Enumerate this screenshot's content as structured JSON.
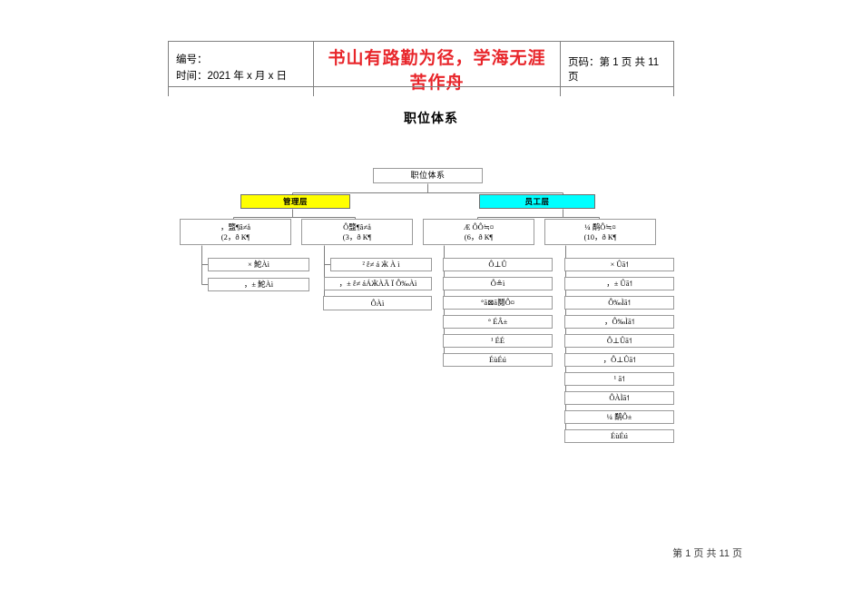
{
  "header": {
    "left_line1": "编号：",
    "left_line2": "时间：2021 年 x 月 x 日",
    "slogan": "书山有路勤为径，学海无涯苦作舟",
    "right": "页码：第 1 页  共 11 页"
  },
  "doc_title": "职位体系",
  "footer": "第 1 页  共 11 页",
  "colors": {
    "slogan": "#e8262b",
    "management_fill": "#ffff00",
    "staff_fill": "#00ffff",
    "node_border": "#9a9a9a",
    "connector": "#7f7f7f"
  },
  "chart_data": {
    "type": "diagram",
    "title": "职位体系",
    "orientation": "top-down org chart",
    "root": {
      "label": "职位体系"
    },
    "level2": [
      {
        "label": "管理层",
        "fill": "#ffff00"
      },
      {
        "label": "员工层",
        "fill": "#00ffff"
      }
    ],
    "level3": [
      {
        "line1": "，盬¶â≠å",
        "line2": "(2，ð К¶",
        "parent": "管理层"
      },
      {
        "line1": "Ô盬¶â≠å",
        "line2": "(3，ð К¶",
        "parent": "管理层"
      },
      {
        "line1": "Æ ÔÔ≒¤",
        "line2": "(6，ð К¶",
        "parent": "员工层"
      },
      {
        "line1": "¼ 鹬Ô≒¤",
        "line2": "(10，ð К¶",
        "parent": "员工层"
      }
    ],
    "leaves_col1": [
      "× 鮀Àì",
      "，± 鮀Àì"
    ],
    "leaves_col2": [
      "² ἒ≠ á Ӝ À ì",
      "，± ἒ≠ áÁӜÀÃ Ï Ô‰Àì",
      "ÔÀì"
    ],
    "leaves_col3": [
      "Ô⊥Û",
      "Ô≗ì",
      "°ā⊠ā鬩Ô¤",
      "° ÉÂ±",
      "¹ ÉÉ",
      "ÉùÉú"
    ],
    "leaves_col4": [
      "× Ûā˦",
      "，± Ûā˦",
      "Ô‰Ìā˦",
      "，Ô‰Ìā˦",
      "Ô⊥Ûā˦",
      "，Ô⊥Ûā˦",
      "¹ ā˦",
      "ÔÀÌā˦",
      "¼ 鹬Ô±",
      "ÉùÉú"
    ]
  }
}
